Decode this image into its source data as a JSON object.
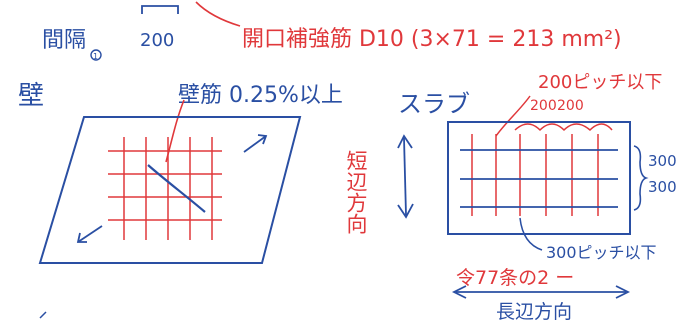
{
  "colors": {
    "blue_ink": "#2a4fa3",
    "red_ink": "#e0383b"
  },
  "spacing_label": "間隔",
  "spacing_circle_note": "1",
  "spacing_value": "200",
  "opening_rebar_note": "開口補強筋 D10 (3×71 = 213 mm²)",
  "wall": {
    "label": "壁",
    "rebar_ratio_note": "壁筋 0.25%以上"
  },
  "slab": {
    "label": "スラブ",
    "short_direction": "短辺方向",
    "top_spacing_note": "200ピッチ以下",
    "top_dimensions": [
      "200",
      "200"
    ],
    "side_dimensions": [
      "300",
      "300"
    ],
    "bottom_spacing_note": "300ピッチ以下",
    "red_note": "令77条の2 ー",
    "long_direction": "長辺方向"
  }
}
